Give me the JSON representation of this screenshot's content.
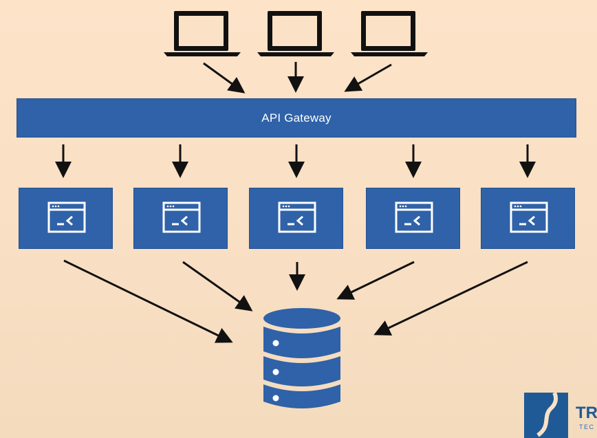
{
  "gateway": {
    "label": "API Gateway"
  },
  "clients": [
    {
      "icon": "laptop-icon"
    },
    {
      "icon": "laptop-icon"
    },
    {
      "icon": "laptop-icon"
    }
  ],
  "services": [
    {
      "icon": "terminal-window-icon"
    },
    {
      "icon": "terminal-window-icon"
    },
    {
      "icon": "terminal-window-icon"
    },
    {
      "icon": "terminal-window-icon"
    },
    {
      "icon": "terminal-window-icon"
    }
  ],
  "database": {
    "icon": "database-icon"
  },
  "logo": {
    "text_top": "TR",
    "text_bottom": "TEC",
    "mark_color": "#1f5a96"
  },
  "colors": {
    "background": "#fbe2c7",
    "box_fill": "#2f62a8",
    "arrow": "#111111",
    "icon_stroke": "#ffffff"
  }
}
